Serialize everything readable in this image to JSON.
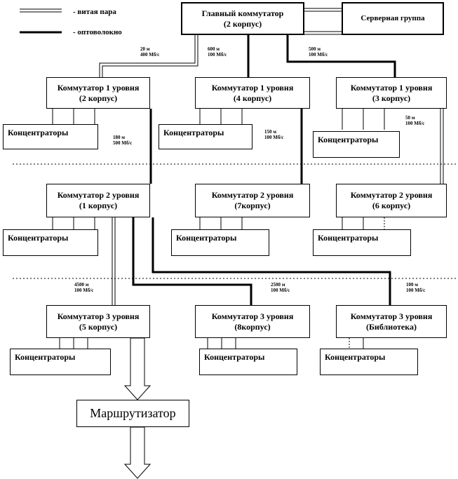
{
  "legend": {
    "twisted_pair": "- витая пара",
    "fiber": "- оптоволокно"
  },
  "main_switch": {
    "line1": "Главный коммутатор",
    "line2": "(2 корпус)"
  },
  "server_group": "Серверная группа",
  "level1": [
    {
      "line1": "Коммутатор 1 уровня",
      "line2": "(2 корпус)"
    },
    {
      "line1": "Коммутатор 1 уровня",
      "line2": "(4 корпус)"
    },
    {
      "line1": "Коммутатор 1 уровня",
      "line2": "(3 корпус)"
    }
  ],
  "level2": [
    {
      "line1": "Коммутатор 2 уровня",
      "line2": "(1 корпус)"
    },
    {
      "line1": "Коммутатор 2 уровня",
      "line2": "(7корпус)"
    },
    {
      "line1": "Коммутатор 2 уровня",
      "line2": "(6 корпус)"
    }
  ],
  "level3": [
    {
      "line1": "Коммутатор 3 уровня",
      "line2": "(5 корпус)"
    },
    {
      "line1": "Коммутатор 3 уровня",
      "line2": "(8корпус)"
    },
    {
      "line1": "Коммутатор 3 уровня",
      "line2": "(Библиотека)"
    }
  ],
  "hub_label": "Концентраторы",
  "router": "Маршрутизатор",
  "links": {
    "main_l1a": {
      "len": "20 м",
      "speed": "400 Мб/с"
    },
    "main_l1b": {
      "len": "600 м",
      "speed": "100 Мб/с"
    },
    "main_l1c": {
      "len": "500 м",
      "speed": "100 Мб/с"
    },
    "l1a_l2a": {
      "len": "180 м",
      "speed": "500 Мб/с"
    },
    "l1b_l2b": {
      "len": "150 м",
      "speed": "100 Мб/с"
    },
    "l1c_l2c": {
      "len": "50 м",
      "speed": "100 Мб/с"
    },
    "l2a_l3a": {
      "len": "4500 м",
      "speed": "100 Мб/с"
    },
    "l2a_l3b": {
      "len": "2500 м",
      "speed": "100 Мб/с"
    },
    "l2a_l3c": {
      "len": "100 м",
      "speed": "100 Мб/с"
    }
  }
}
